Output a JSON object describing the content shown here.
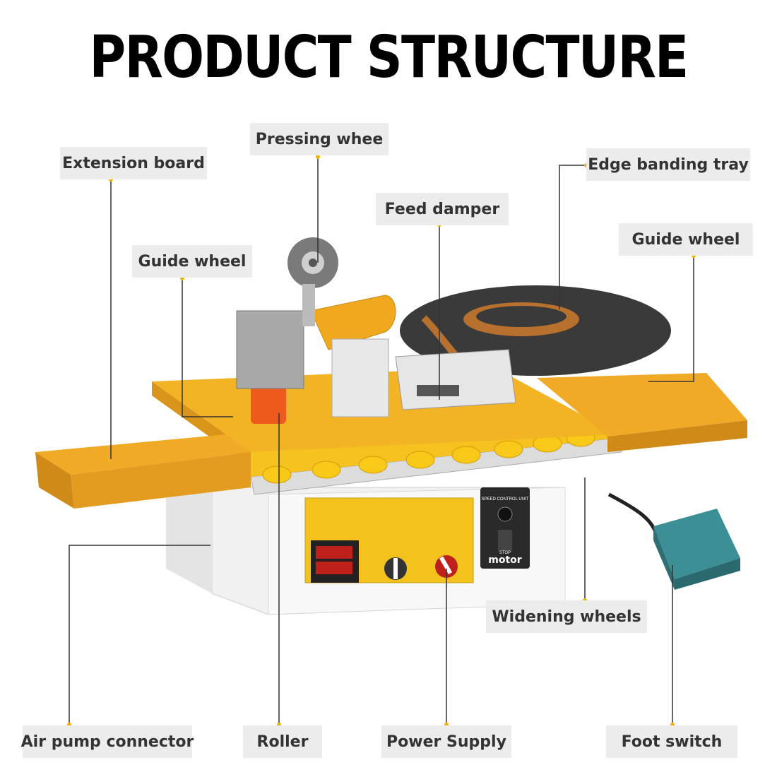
{
  "title": "PRODUCT STRUCTURE",
  "labels": {
    "extension_board": "Extension board",
    "pressing_wheel": "Pressing whee",
    "edge_banding_tray": "Edge banding tray",
    "feed_damper": "Feed damper",
    "guide_wheel_left": "Guide wheel",
    "guide_wheel_right": "Guide wheel",
    "widening_wheels": "Widening wheels",
    "air_pump_connector": "Air pump connector",
    "roller": "Roller",
    "power_supply": "Power Supply",
    "foot_switch": "Foot switch"
  },
  "panel_text": {
    "speed_control": "SPEED CONTROL UNIT",
    "motor": "motor",
    "stop": "STOP"
  },
  "colors": {
    "orange": "#f0a81f",
    "orange_dark": "#c9860f",
    "yellow": "#f6c21c",
    "red": "#ee5a1c",
    "teal": "#3c8f95",
    "tray": "#3a3a3a",
    "label_bg": "#ececec",
    "leader": "#333333",
    "dot": "#f0b400"
  }
}
